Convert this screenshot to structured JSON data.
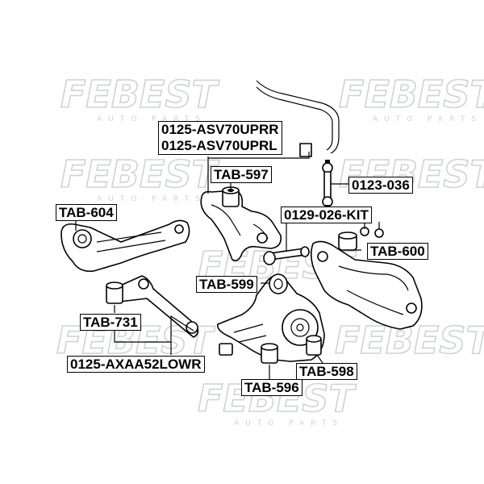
{
  "watermark": {
    "brand": "FEBEST",
    "tagline": "AUTO PARTS"
  },
  "labels": {
    "upper_arm": {
      "line1": "0125-ASV70UPRR",
      "line2": "0125-ASV70UPRL"
    },
    "tab597": "TAB-597",
    "link0123": "0123-036",
    "tab604": "TAB-604",
    "kit0129": "0129-026-KIT",
    "tab600": "TAB-600",
    "tab599": "TAB-599",
    "tab731": "TAB-731",
    "lower_arm": "0125-AXAA52LOWR",
    "tab598": "TAB-598",
    "tab596": "TAB-596"
  }
}
